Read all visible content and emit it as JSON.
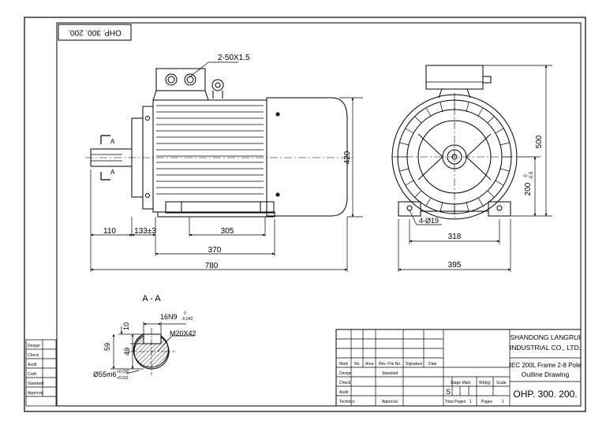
{
  "drawing_number_rotated": "OHP. 300. 200.",
  "dims": {
    "cable_gland": "2-50X1.5",
    "shaft_length": "110",
    "flange_offset": "133±3",
    "foot_spacing": "305",
    "base_length": "370",
    "overall_length": "780",
    "height_total_side": "420",
    "height_total_front": "500",
    "shaft_center_height": "200",
    "shaft_center_tol_top": "0",
    "shaft_center_tol_bottom": "-0.5",
    "foot_hole": "4-Ø19",
    "foot_width": "318",
    "overall_width": "395",
    "section_label_a": "A",
    "section_title": "A - A",
    "keyway_width": "16N9",
    "keyway_tol_top": "0",
    "keyway_tol_bottom": "-0.043",
    "thread": "M20X42",
    "key_height": "10",
    "keyseat_depth": "49",
    "shaft_depth": "59",
    "shaft_dia": "Ø55m6",
    "shaft_tol_top": "+0.030",
    "shaft_tol_bottom": "+0.011"
  },
  "left_block": [
    "Design",
    "Check",
    "Audit",
    "Craft",
    "Standard",
    "Approval"
  ],
  "title_block": {
    "company": [
      "SHANDONG LANGRUI",
      "INDUSTRIAL CO., LTD."
    ],
    "spec": "IEC 200L Frame 2-8 Pole",
    "drawing_title": "Outline Drawing",
    "drawing_number": "OHP. 300. 200.",
    "header_cols": [
      "Mark",
      "No.",
      "Area",
      "Rev. File No.",
      "Signature",
      "Date"
    ],
    "rows": [
      "Design",
      "Check",
      "Audit",
      "Technics"
    ],
    "standard": "Standard",
    "approval": "Approval",
    "stage_mark": "Stage Mark",
    "weight": "Wt(kg)",
    "scale": "Scale",
    "stage_value": "S",
    "total_pages_label": "Total Pages",
    "total_pages": "1",
    "pages_label": "Pages",
    "pages": "1"
  }
}
